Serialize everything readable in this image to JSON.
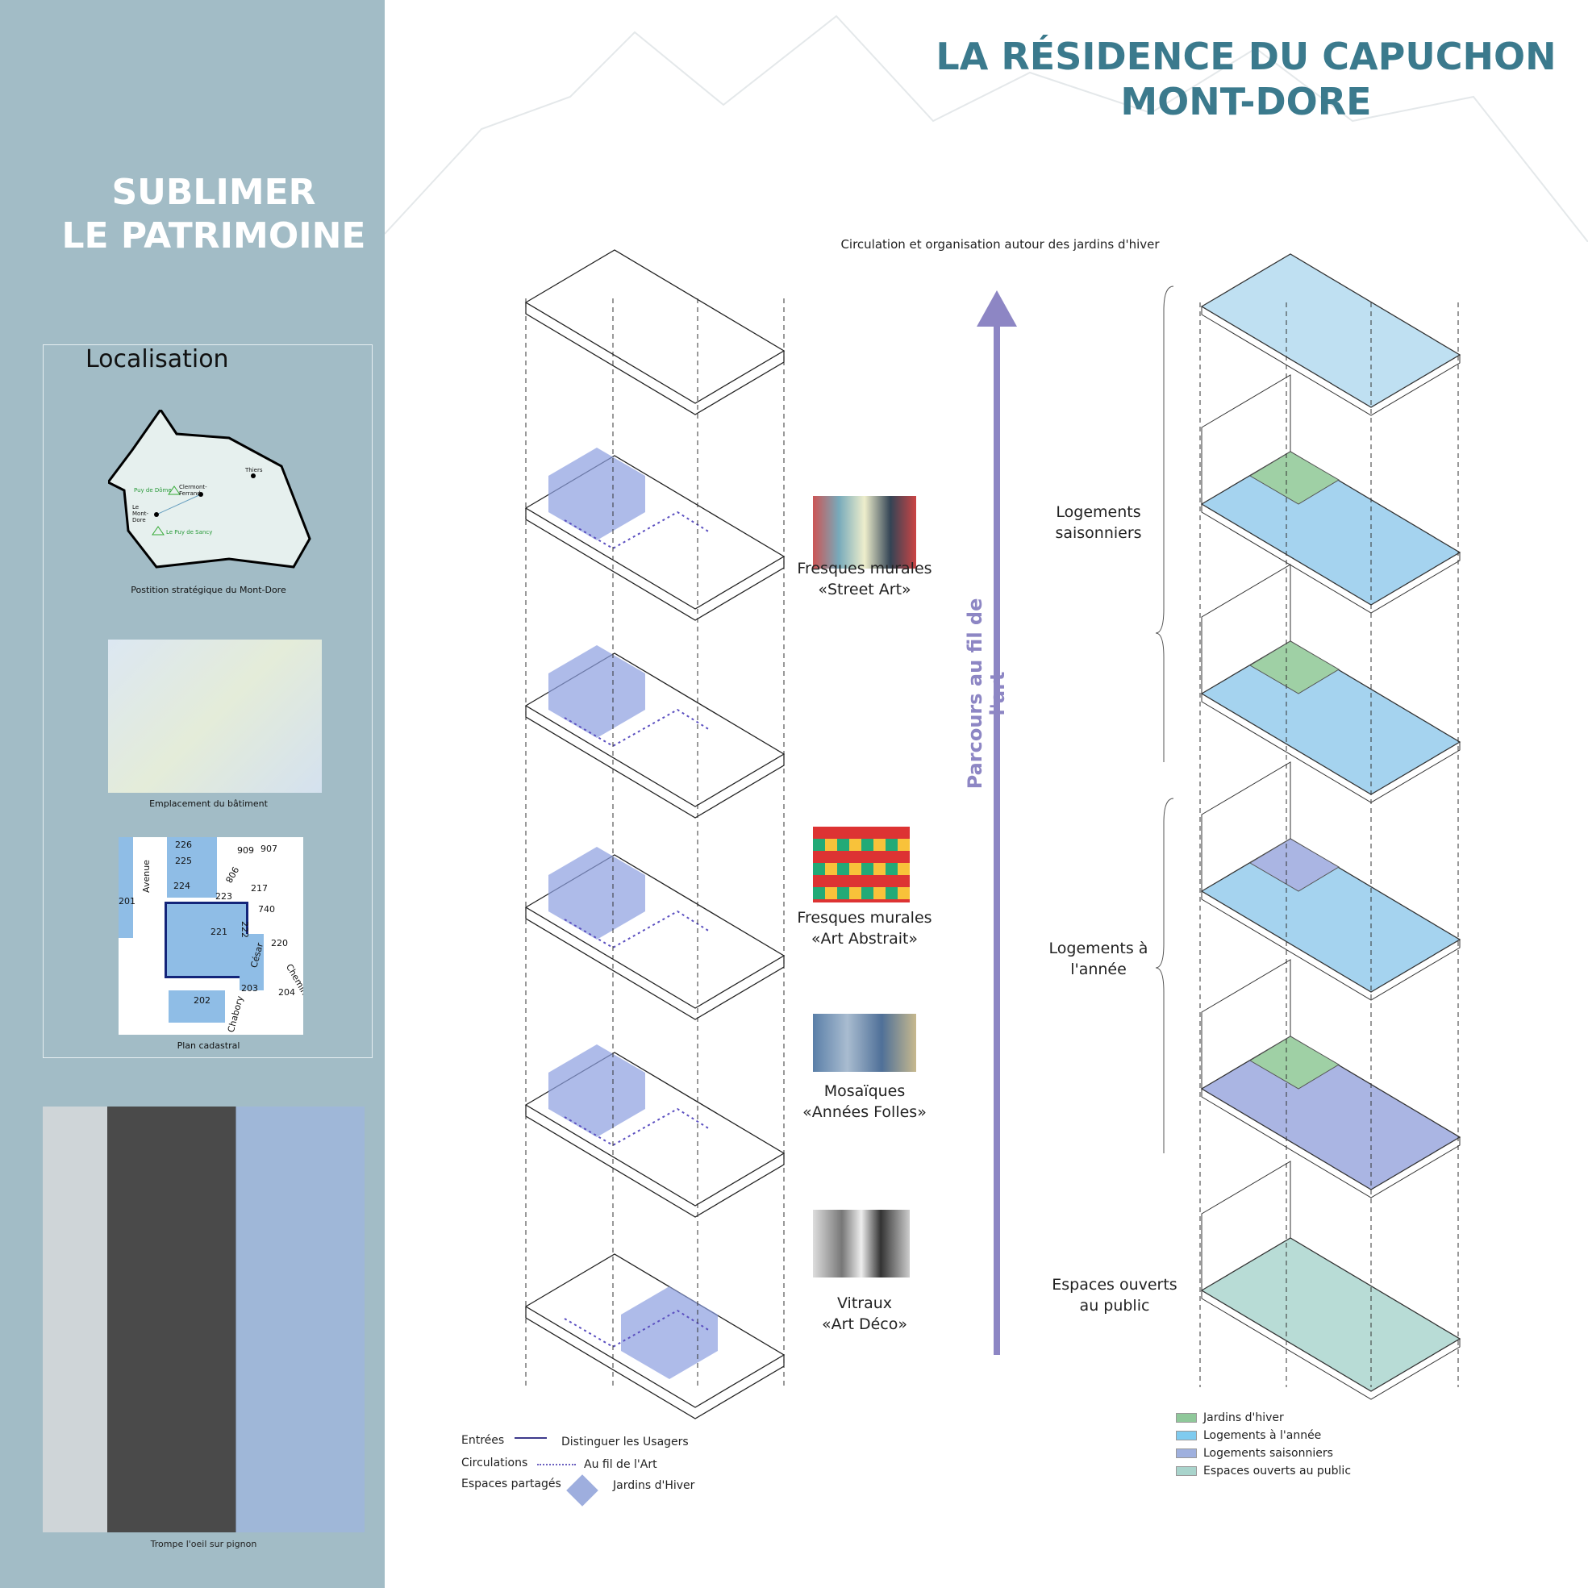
{
  "sidebar": {
    "title_line1": "SUBLIMER",
    "title_line2": "LE PATRIMOINE",
    "localisation": {
      "title": "Localisation",
      "map1": {
        "caption": "Postition stratégique du Mont-Dore",
        "places": [
          "Thiers",
          "Clermont-Ferrand",
          "Le Mont-Dore",
          "Puy de Dôme",
          "Le Puy de Sancy"
        ]
      },
      "map2": {
        "caption": "Emplacement du bâtiment"
      },
      "map3": {
        "caption": "Plan cadastral",
        "parcels": [
          "226",
          "225",
          "224",
          "223",
          "221",
          "222",
          "909",
          "907",
          "908",
          "217",
          "740",
          "220",
          "203",
          "204",
          "202",
          "201"
        ],
        "streets": [
          "Avenue",
          "César",
          "Chabory",
          "Chemin"
        ]
      }
    },
    "photo": {
      "caption": "Trompe l'oeil sur pignon"
    }
  },
  "header": {
    "title_line1": "LA RÉSIDENCE DU CAPUCHON",
    "title_line2": "MONT-DORE"
  },
  "diagram": {
    "subtitle": "Circulation et organisation autour des jardins d'hiver",
    "arrow_label": "Parcours au fil de l'art",
    "arrow_color": "#8d86c4",
    "art_items": [
      {
        "line1": "Fresques murales",
        "line2": "«Street Art»"
      },
      {
        "line1": "Fresques murales",
        "line2": "«Art Abstrait»"
      },
      {
        "line1": "Mosaïques",
        "line2": "«Années Folles»"
      },
      {
        "line1": "Vitraux",
        "line2": "«Art Déco»"
      }
    ],
    "groups": [
      {
        "line1": "Logements",
        "line2": "saisonniers"
      },
      {
        "line1": "Logements à",
        "line2": "l'année"
      },
      {
        "line1": "Espaces ouverts",
        "line2": "au public"
      }
    ]
  },
  "legend_left": [
    {
      "label": "Entrées",
      "desc": "Distinguer les Usagers",
      "symbol": "arrow"
    },
    {
      "label": "Circulations",
      "desc": "Au fil de l'Art",
      "symbol": "dotted"
    },
    {
      "label": "Espaces partagés",
      "desc": "Jardins d'Hiver",
      "symbol": "cube"
    }
  ],
  "legend_right": [
    {
      "label": "Jardins d'hiver",
      "color": "#8fc89a"
    },
    {
      "label": "Logements à l'année",
      "color": "#7fcbef"
    },
    {
      "label": "Logements saisonniers",
      "color": "#9fb0de"
    },
    {
      "label": "Espaces ouverts au public",
      "color": "#a9d4cc"
    }
  ]
}
